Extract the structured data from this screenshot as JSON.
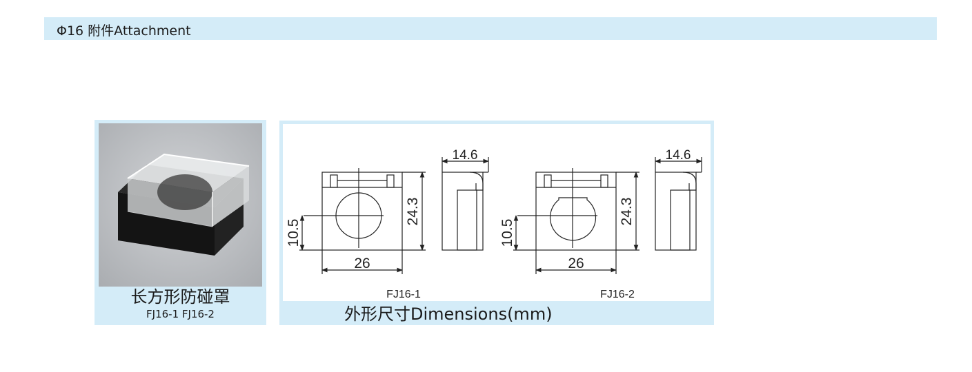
{
  "header": {
    "title": "Φ16 附件Attachment"
  },
  "product": {
    "name": "长方形防碰罩",
    "models": "FJ16-1  FJ16-2"
  },
  "dimensions": {
    "caption": "外形尺寸Dimensions(mm)",
    "drawings": [
      {
        "model": "FJ16-1",
        "width": "26",
        "height": "24.3",
        "center_offset": "10.5",
        "depth": "14.6"
      },
      {
        "model": "FJ16-2",
        "width": "26",
        "height": "24.3",
        "center_offset": "10.5",
        "depth": "14.6"
      }
    ]
  }
}
